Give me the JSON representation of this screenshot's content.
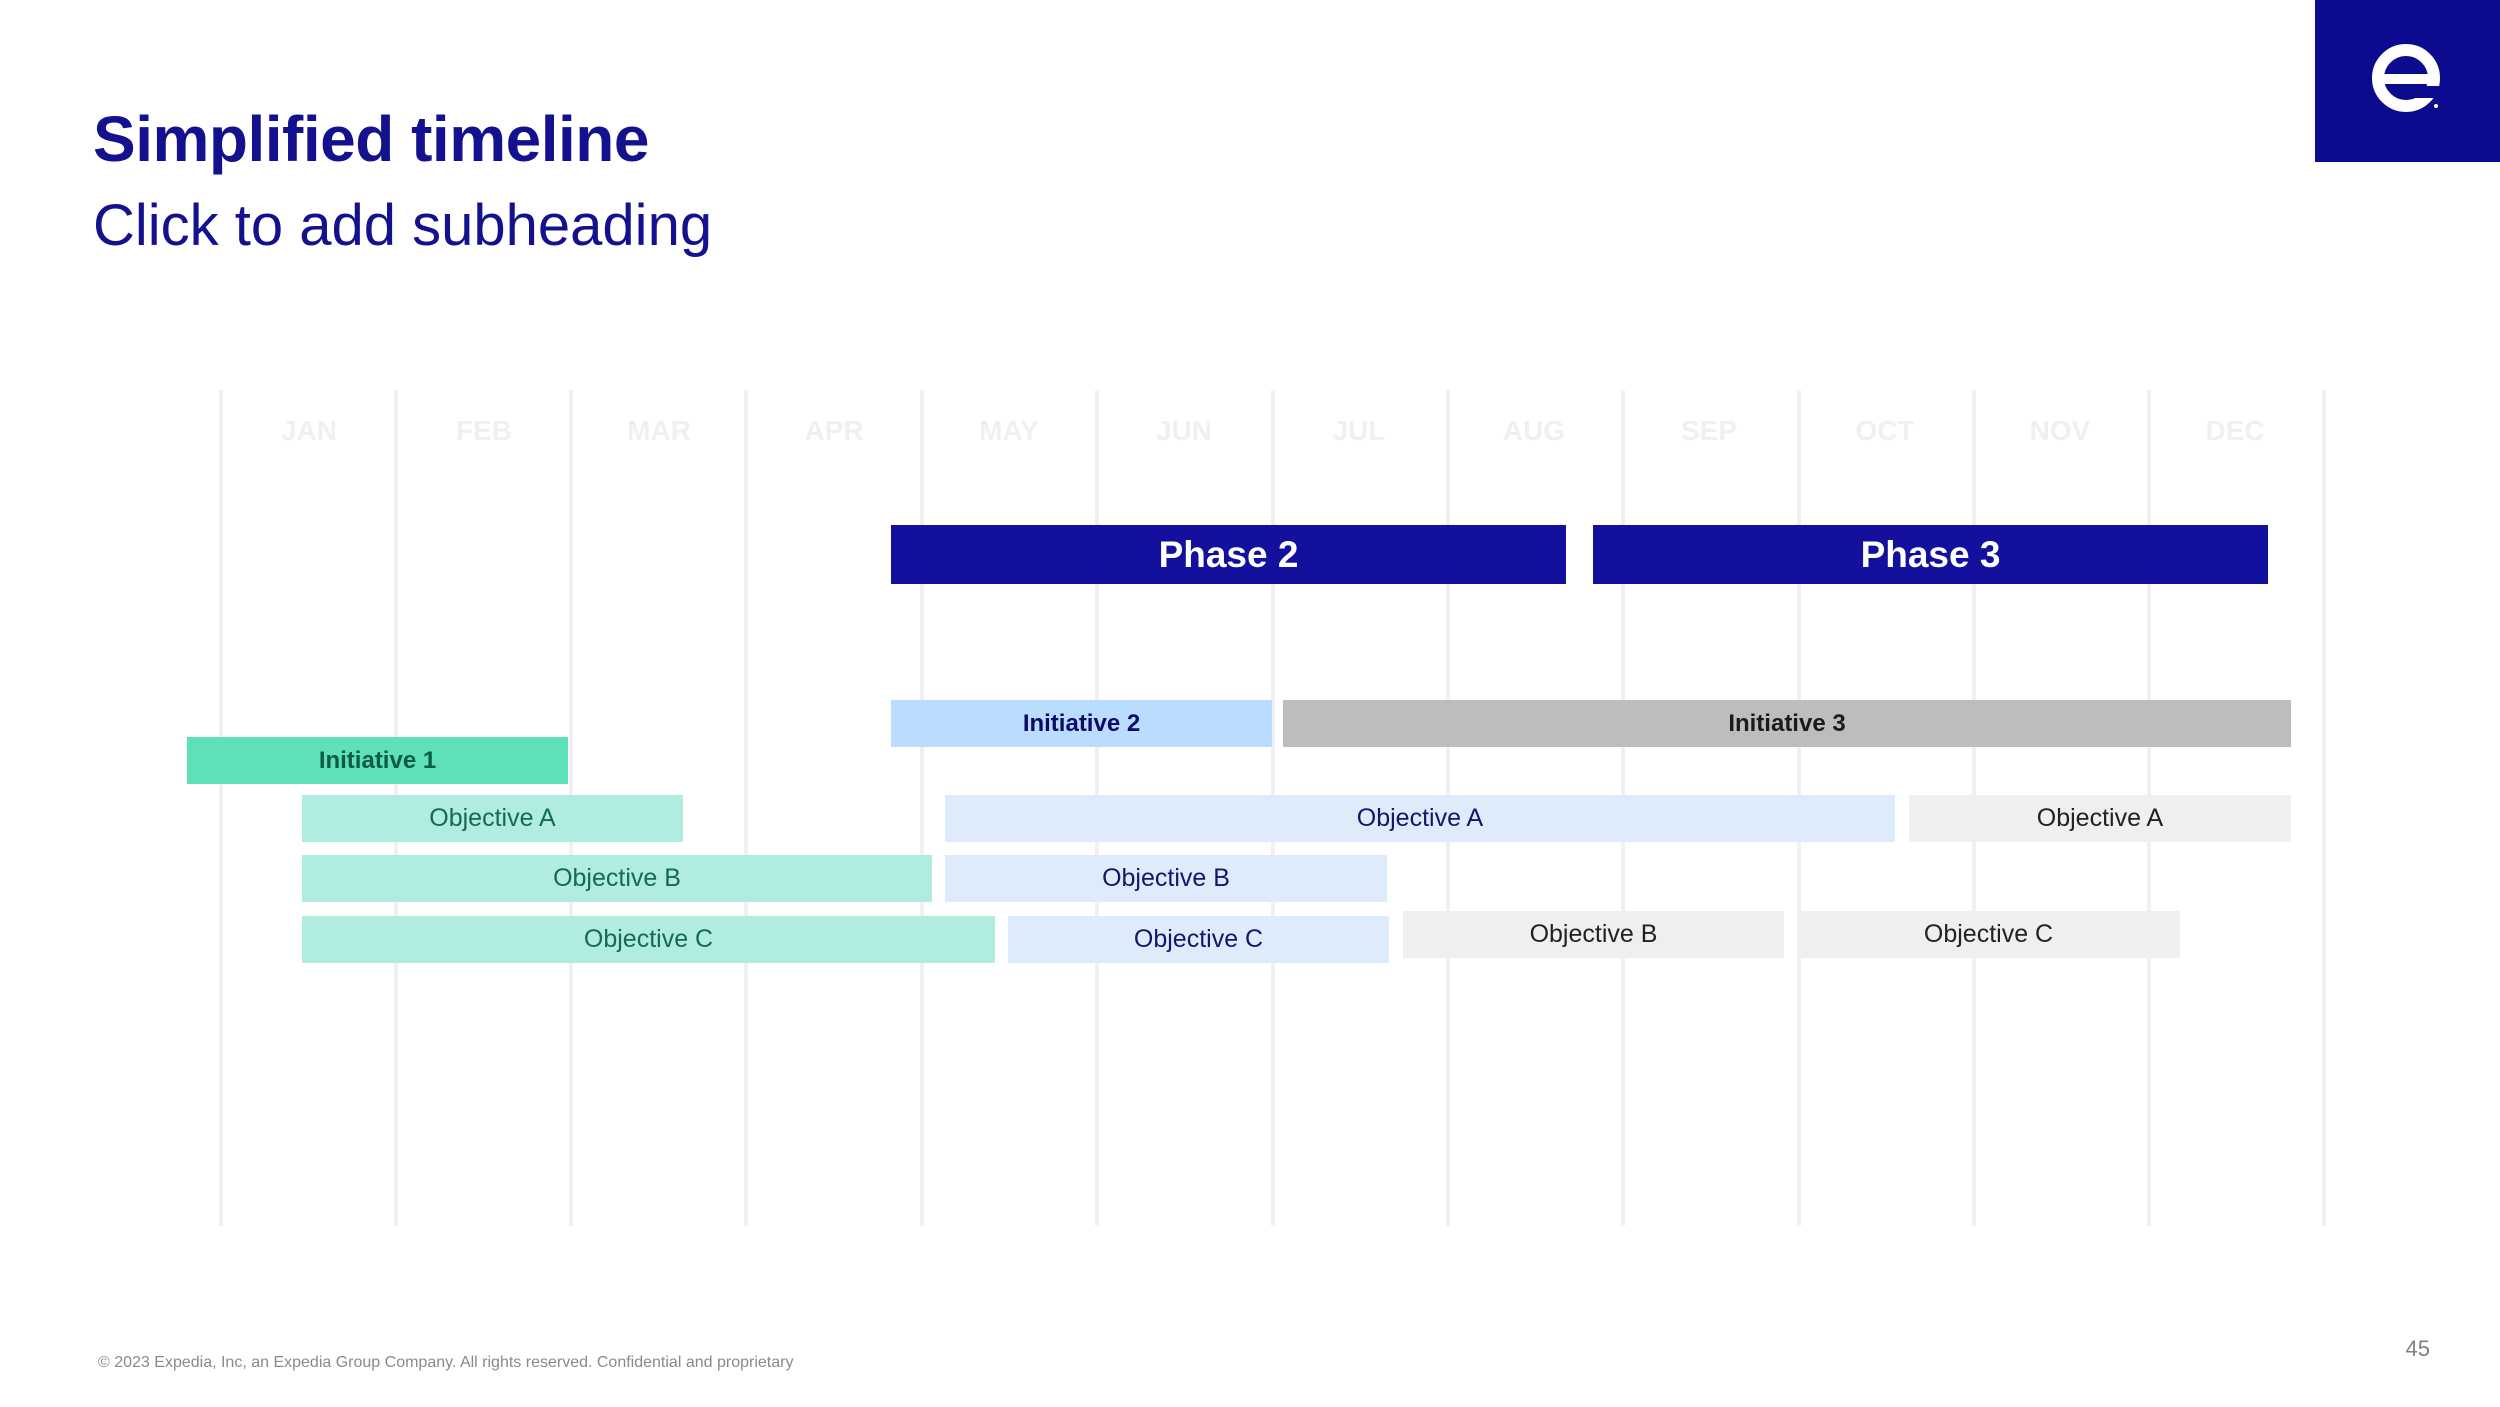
{
  "header": {
    "title": "Simplified timeline",
    "subtitle": "Click to add subheading"
  },
  "brand": {
    "accent": "#0c0a8f",
    "logo_icon": "expedia-e-icon"
  },
  "timeline": {
    "months": [
      "JAN",
      "FEB",
      "MAR",
      "APR",
      "MAY",
      "JUN",
      "JUL",
      "AUG",
      "SEP",
      "OCT",
      "NOV",
      "DEC"
    ],
    "phases": [
      {
        "label": "Phase 2",
        "color": "#13109e"
      },
      {
        "label": "Phase 3",
        "color": "#13109e"
      }
    ],
    "initiatives": [
      {
        "label": "Initiative 1",
        "color": "#5ee0b8"
      },
      {
        "label": "Initiative 2",
        "color": "#b9dcff"
      },
      {
        "label": "Initiative 3",
        "color": "#bdbdbd"
      }
    ],
    "objectives": {
      "initiative_1": [
        {
          "label": "Objective A"
        },
        {
          "label": "Objective B"
        },
        {
          "label": "Objective C"
        }
      ],
      "initiative_2": [
        {
          "label": "Objective A"
        },
        {
          "label": "Objective B"
        },
        {
          "label": "Objective C"
        }
      ],
      "initiative_3": [
        {
          "label": "Objective A"
        },
        {
          "label": "Objective B"
        },
        {
          "label": "Objective C"
        }
      ]
    }
  },
  "footer": {
    "copyright": "© 2023 Expedia, Inc, an Expedia Group Company. All rights reserved. Confidential and proprietary",
    "page_number": "45"
  }
}
